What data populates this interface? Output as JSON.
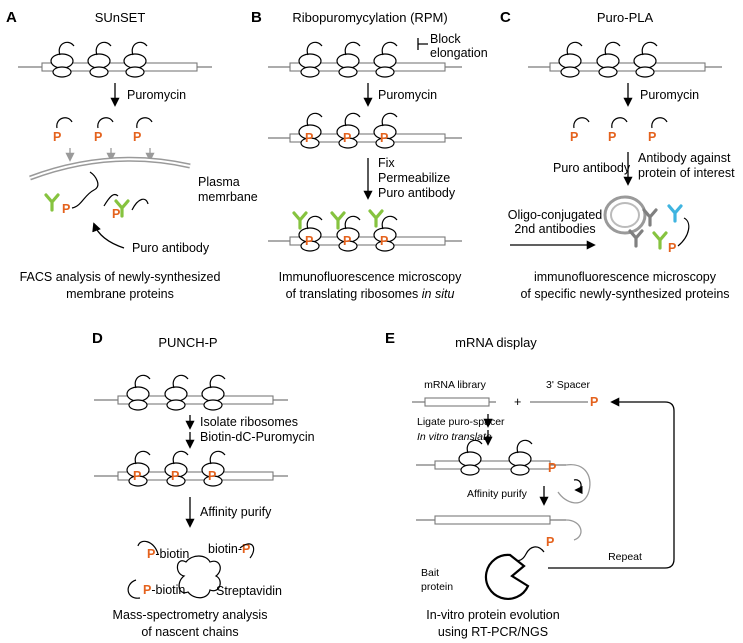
{
  "colors": {
    "puromycin_orange": "#e4621d",
    "antibody_green": "#86c33f",
    "antibody_blue": "#3fb4e0",
    "antibody_gray": "#808080",
    "mrna_line": "#7a7a7a",
    "membrane_gray": "#9a9a9a"
  },
  "panels": {
    "A": {
      "letter": "A",
      "title": "SUnSET",
      "step1": "Puromycin",
      "p_label": "P",
      "membrane_1": "Plasma",
      "membrane_2": "memrbane",
      "antibody": "Puro antibody",
      "caption_1": "FACS analysis of newly-synthesized",
      "caption_2": "membrane proteins"
    },
    "B": {
      "letter": "B",
      "title": "Ribopuromycylation (RPM)",
      "block_1": "Block",
      "block_2": "elongation",
      "step1": "Puromycin",
      "fix_1": "Fix",
      "fix_2": "Permeabilize",
      "fix_3": "Puro antibody",
      "p_label": "P",
      "caption_1": "Immunofluorescence microscopy",
      "caption_2a": "of translating ribosomes ",
      "caption_2b": "in situ"
    },
    "C": {
      "letter": "C",
      "title": "Puro-PLA",
      "step1": "Puromycin",
      "p_label": "P",
      "puro_ab": "Puro antibody",
      "ab_against_1": "Antibody against",
      "ab_against_2": "protein of interest",
      "oligo_1": "Oligo-conjugated",
      "oligo_2": "2nd antibodies",
      "caption_1": "immunofluorescence microscopy",
      "caption_2": "of specific newly-synthesized proteins"
    },
    "D": {
      "letter": "D",
      "title": "PUNCH-P",
      "step1_a": "Isolate ribosomes",
      "step1_b": "Biotin-dC-Puromycin",
      "p_label": "P",
      "step2": "Affinity purify",
      "biotin": "-biotin",
      "biotin_left": "biotin-",
      "streptavidin": "Streptavidin",
      "caption_1": "Mass-spectrometry analysis",
      "caption_2": "of nascent chains"
    },
    "E": {
      "letter": "E",
      "title": "mRNA display",
      "library": "mRNA library",
      "plus": "+",
      "spacer": "3' Spacer",
      "p_label": "P",
      "step1_a": "Ligate puro-spacer",
      "step1_b": "In vitro translate",
      "step2": "Affinity purify",
      "repeat": "Repeat",
      "bait_1": "Bait",
      "bait_2": "protein",
      "caption_1": "In-vitro protein evolution",
      "caption_2": "using RT-PCR/NGS"
    }
  }
}
